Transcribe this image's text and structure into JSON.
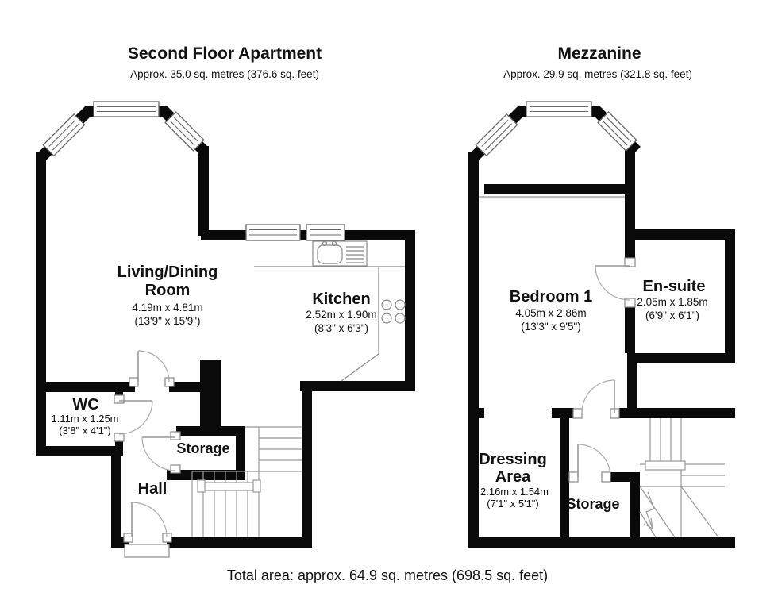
{
  "plans": [
    {
      "title": "Second Floor Apartment",
      "subtitle": "Approx. 35.0 sq. metres (376.6 sq. feet)",
      "rooms": {
        "living": {
          "line1": "Living/Dining",
          "line2": "Room",
          "metric": "4.19m x 4.81m",
          "imperial": "(13'9\" x 15'9\")"
        },
        "kitchen": {
          "line1": "Kitchen",
          "metric": "2.52m x 1.90m",
          "imperial": "(8'3\" x 6'3\")"
        },
        "wc": {
          "line1": "WC",
          "metric": "1.11m x 1.25m",
          "imperial": "(3'8\" x 4'1\")"
        },
        "storage": {
          "line1": "Storage"
        },
        "hall": {
          "line1": "Hall"
        }
      }
    },
    {
      "title": "Mezzanine",
      "subtitle": "Approx. 29.9 sq. metres (321.8 sq. feet)",
      "rooms": {
        "bedroom1": {
          "line1": "Bedroom 1",
          "metric": "4.05m x 2.86m",
          "imperial": "(13'3\" x 9'5\")"
        },
        "ensuite": {
          "line1": "En-suite",
          "metric": "2.05m x 1.85m",
          "imperial": "(6'9\" x 6'1\")"
        },
        "dressing": {
          "line1": "Dressing",
          "line2": "Area",
          "metric": "2.16m x 1.54m",
          "imperial": "(7'1\" x 5'1\")"
        },
        "storage": {
          "line1": "Storage"
        }
      }
    }
  ],
  "footer": {
    "total": "Total area: approx. 64.9 sq. metres (698.5 sq. feet)"
  },
  "symbols": [
    "bay-window",
    "window",
    "door-swing",
    "staircase",
    "stair-direction-arrow",
    "sink-with-drainer",
    "hob",
    "worktop",
    "entrance-threshold"
  ],
  "colors": {
    "wall": "#0a0a0a",
    "background": "#ffffff",
    "fixture_line": "#999999",
    "text": "#111111"
  }
}
